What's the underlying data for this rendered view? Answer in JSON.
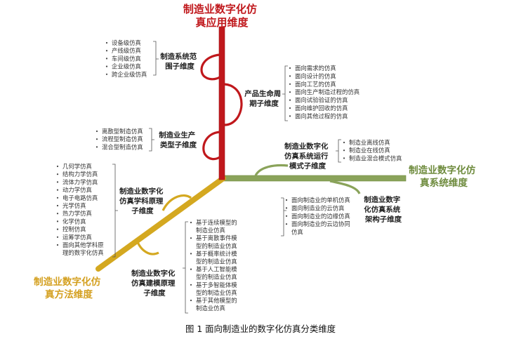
{
  "axes": {
    "red": {
      "title_line1": "制造业数字化仿",
      "title_line2": "真应用维度",
      "color": "#c0181c"
    },
    "green": {
      "title_line1": "制造业数字化仿",
      "title_line2": "真系统维度",
      "color": "#8aa35a"
    },
    "gold": {
      "title_line1": "制造业数字化仿",
      "title_line2": "真方法维度",
      "color": "#d4a820"
    }
  },
  "sub": {
    "range": {
      "lines": [
        "制造系统范",
        "围子维度"
      ],
      "items": [
        "设备级仿真",
        "产线级仿真",
        "车间级仿真",
        "企业级仿真",
        "跨企业级仿真"
      ]
    },
    "lifecycle": {
      "lines": [
        "产品生命周",
        "期子维度"
      ],
      "items": [
        "面向需求的仿真",
        "面向设计的仿真",
        "面向工艺的仿真",
        "面向生产制造过程的仿真",
        "面向试验验证的仿真",
        "面向维护回收的仿真",
        "面向其他过程的仿真"
      ]
    },
    "prodtype": {
      "lines": [
        "制造业生产",
        "类型子维度"
      ],
      "items": [
        "离散型制造仿真",
        "流程型制造仿真",
        "混合型制造仿真"
      ]
    },
    "runmode": {
      "lines": [
        "制造业数字化",
        "仿真系统运行",
        "模式子维度"
      ],
      "items": [
        "制造业离线仿真",
        "制造业在线仿真",
        "制造业混合模式仿真"
      ]
    },
    "arch": {
      "lines": [
        "制造业数字",
        "化仿真系统",
        "架构子维度"
      ],
      "items": [
        "面向制造业的单机仿真",
        "面向制造业的云仿真",
        "面向制造业的边缘仿真",
        "面向制造业的云边协同",
        "仿真"
      ]
    },
    "discipline": {
      "lines": [
        "制造业数字化",
        "仿真学科原理",
        "子维度"
      ],
      "items": [
        "几何学仿真",
        "结构力学仿真",
        "流体力学仿真",
        "动力学仿真",
        "电子电路仿真",
        "光学仿真",
        "热力学仿真",
        "化学仿真",
        "控制仿真",
        "运筹学仿真",
        "面向其他学科原",
        "理的数字化仿真"
      ]
    },
    "modeling": {
      "lines": [
        "制造业数字化",
        "仿真建模原理",
        "子维度"
      ],
      "items": [
        "基于连续模型的",
        "制造业仿真",
        "基于离散事件模",
        "型的制造业仿真",
        "基于概率统计模",
        "型的制造业仿真",
        "基于人工智能模",
        "型的制造业仿真",
        "基于多智能体模",
        "型的制造业仿真",
        "基于其他模型的",
        "制造业仿真"
      ]
    }
  },
  "caption": "图 1  面向制造业的数字化仿真分类维度"
}
